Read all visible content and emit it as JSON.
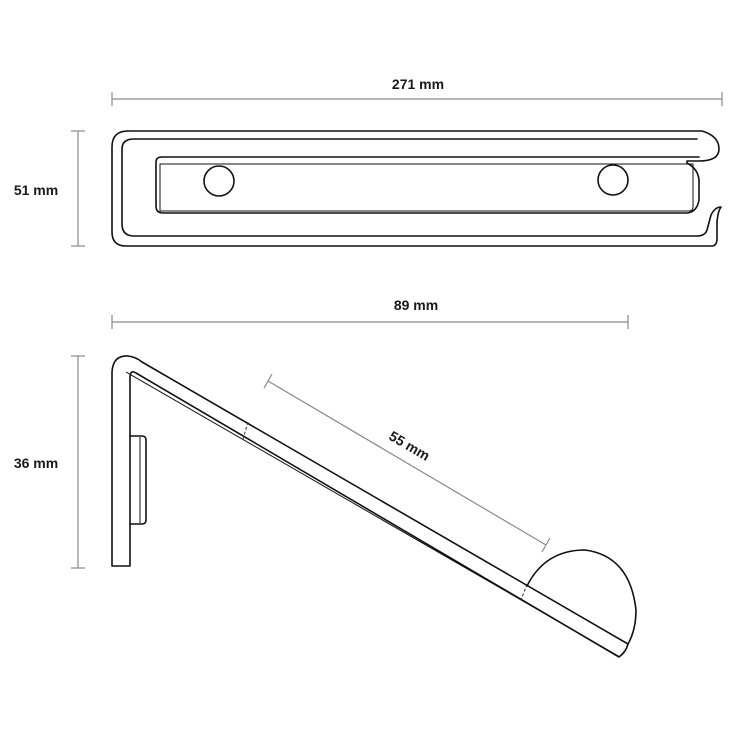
{
  "top_view": {
    "width_label": "271 mm",
    "height_label": "51 mm"
  },
  "side_view": {
    "width_label": "89 mm",
    "height_label": "36 mm",
    "arm_length_label": "55 mm"
  }
}
